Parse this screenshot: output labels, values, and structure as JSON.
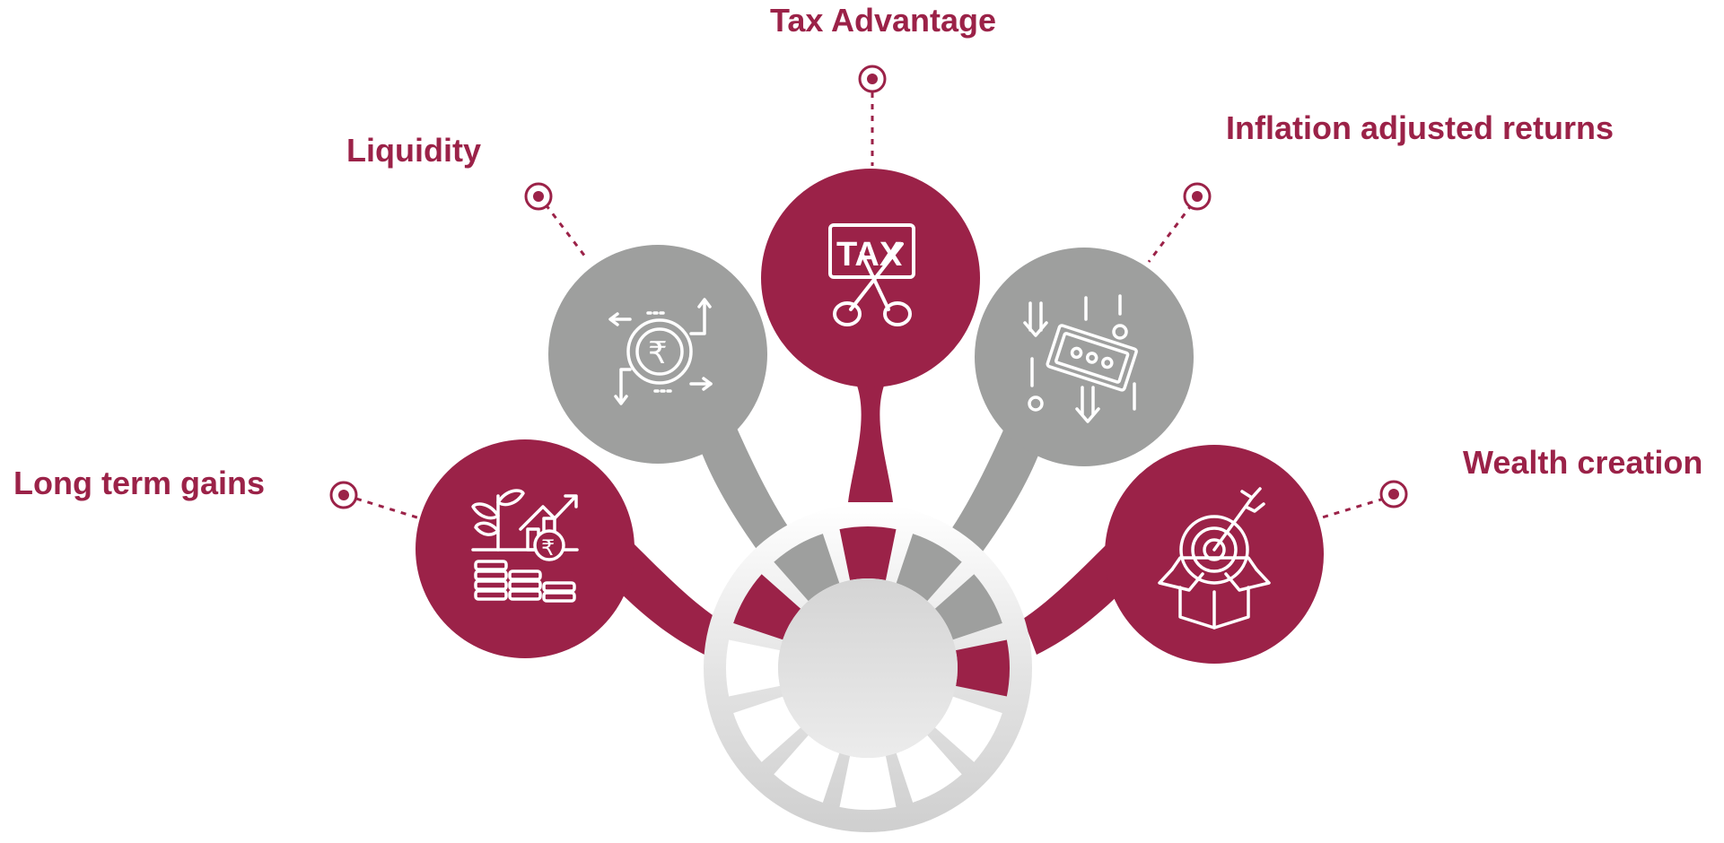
{
  "colors": {
    "accent": "#9B2248",
    "gray": "#9E9F9E",
    "icon": "#FFFFFF",
    "ring_light": "#E4E4E4",
    "ring_dark": "#C8C8C8"
  },
  "labels": {
    "tax_advantage": "Tax Advantage",
    "liquidity": "Liquidity",
    "inflation": "Inflation adjusted returns",
    "long_term": "Long term gains",
    "wealth": "Wealth creation"
  },
  "nodes": [
    {
      "id": "tax_advantage",
      "color": "accent",
      "icon": "tax-scissors-icon"
    },
    {
      "id": "liquidity",
      "color": "gray",
      "icon": "rupee-flow-icon"
    },
    {
      "id": "inflation",
      "color": "gray",
      "icon": "money-falling-icon"
    },
    {
      "id": "long_term",
      "color": "accent",
      "icon": "plant-growth-icon"
    },
    {
      "id": "wealth",
      "color": "accent",
      "icon": "target-box-icon"
    }
  ],
  "hub": {
    "segments": [
      "accent",
      "gray",
      "gray",
      "accent",
      "light",
      "light",
      "light",
      "light",
      "light",
      "light",
      "accent",
      "gray"
    ]
  }
}
